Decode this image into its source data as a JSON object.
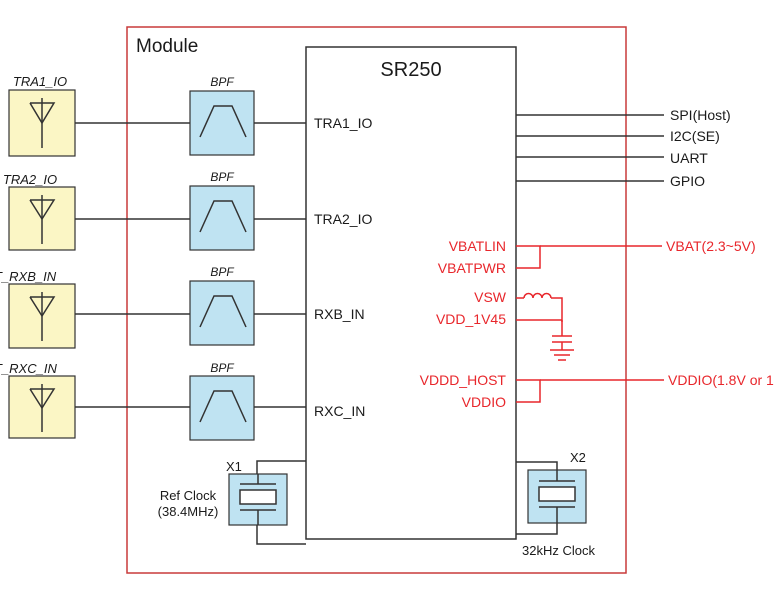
{
  "module": {
    "label": "Module"
  },
  "chip": {
    "name": "SR250",
    "rf_pins": [
      "TRA1_IO",
      "TRA2_IO",
      "RXB_IN",
      "RXC_IN"
    ],
    "power_pins": {
      "vbatlin": "VBATLIN",
      "vbatpwr": "VBATPWR",
      "vsw": "VSW",
      "vdd_1v45": "VDD_1V45",
      "vddd_host": "VDDD_HOST",
      "vddio": "VDDIO"
    }
  },
  "antennas": [
    "TRA1_IO",
    "TRA2_IO",
    "T_RXB_IN",
    "T_RXC_IN"
  ],
  "filters": [
    "BPF",
    "BPF",
    "BPF",
    "BPF"
  ],
  "interfaces": [
    "SPI(Host)",
    "I2C(SE)",
    "UART",
    "GPIO"
  ],
  "supplies": {
    "vbat": "VBAT(2.3~5V)",
    "vddio": "VDDIO(1.8V or 1"
  },
  "clocks": {
    "x1": {
      "designator": "X1",
      "label_line1": "Ref Clock",
      "label_line2": "(38.4MHz)"
    },
    "x2": {
      "designator": "X2",
      "label": "32kHz Clock"
    }
  },
  "colors": {
    "module_border": "#c93a3a",
    "power_red": "#e8262b",
    "antenna_fill": "#fbf6c5",
    "filter_fill": "#bfe3f2",
    "crystal_fill": "#bfe3f2"
  }
}
